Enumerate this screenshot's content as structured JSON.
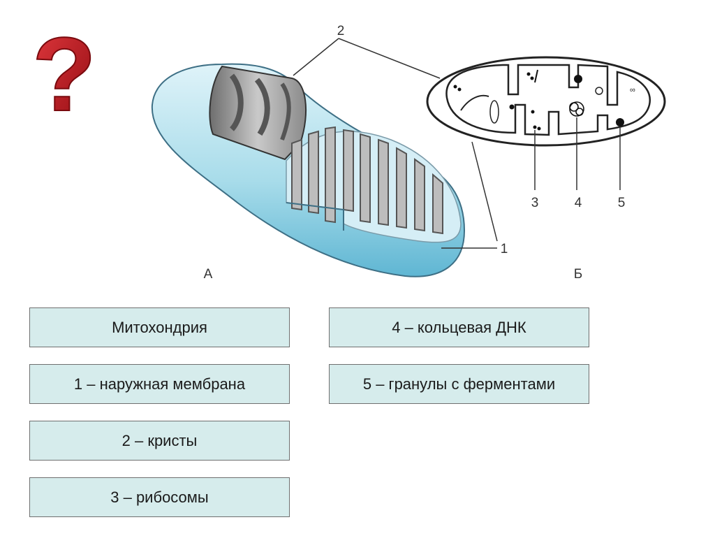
{
  "question_mark": "?",
  "figure_labels": {
    "a": "А",
    "b": "Б"
  },
  "callouts": {
    "n1": "1",
    "n2": "2",
    "n3": "3",
    "n4": "4",
    "n5": "5"
  },
  "boxes": [
    "Митохондрия",
    "1 – наружная мембрана",
    "2 – кристы",
    "3 – рибосомы",
    "4 – кольцевая ДНК",
    "5 – гранулы с ферментами"
  ],
  "colors": {
    "outer_membrane": "#a8dcea",
    "matrix": "#d5eef6",
    "cristae": "#8c8c8c",
    "box_fill": "#d6ecec",
    "question_mark": "#c0141c"
  }
}
